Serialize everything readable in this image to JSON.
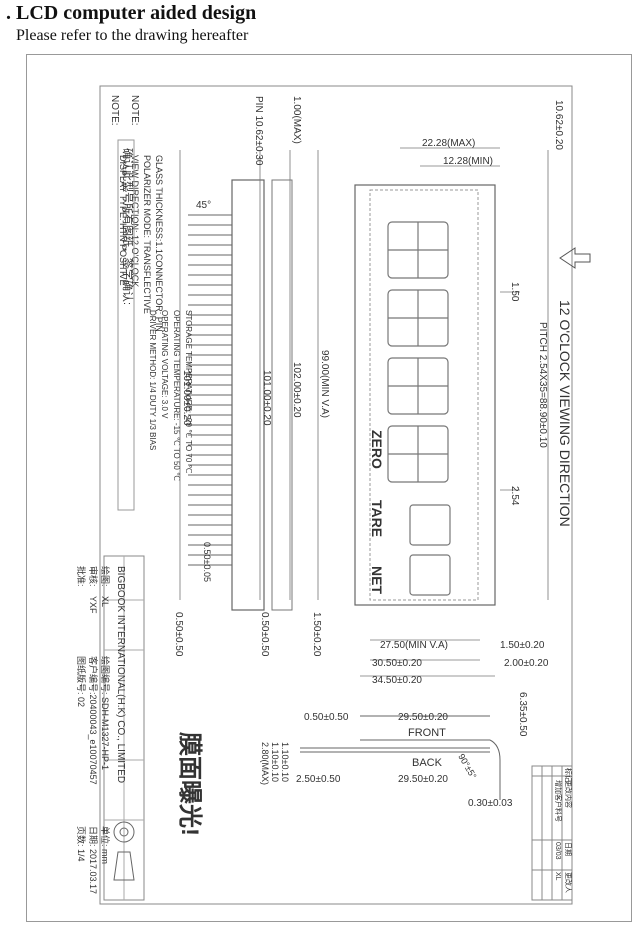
{
  "header": {
    "title": ".  LCD computer aided design",
    "subtitle": "Please refer to the drawing hereafter"
  },
  "notes": {
    "heading": "NOTE:",
    "lines": [
      "DISPLAY TYPE:  HTN   POSITIVE",
      "VIEW DIRECTION:  12  O'CLOCK",
      "POLARIZER MODE:  TRANSFLECTIVE",
      "GLASS THICKNESS:1.1CONNECTOR:  PIN"
    ],
    "confirm": "确认此型号所有图纸，签字确认:",
    "specs": [
      "DRIVER METHOD:      1/4  DUTY   1/3 BIAS",
      "OPERATING VOLTAGE:          3.0  V",
      "OPERATING TEMPERATURE:    -15 ℃ TO 50 ℃",
      "STORAGE TEMPERATURE:      -20 ℃ TO 70 ℃"
    ]
  },
  "title_block": {
    "company": "BIGBOOK INTERNATIONAL(H.K) CO., LIMITED",
    "draw_label": "绘图:",
    "draw_value": "XL",
    "drawing_no": "绘图编号: SDH-M1327-HP-1",
    "check_label": "审核:",
    "check_value": "YXF",
    "customer_no": "客户编号:20400043_e10070457",
    "unit": "单位:   mm",
    "date": "日期:  2017.03.17",
    "approve_label": "批准:",
    "version": "图纸版号:  02",
    "page": "页数:   1/4"
  },
  "revision": {
    "h1": "标记",
    "h2": "更改内容",
    "h3": "日期",
    "h4": "更改人",
    "row1": "增加客户料号",
    "row1_date": "03/03",
    "row1_by": "XL"
  },
  "dims": {
    "d1": "22.28(MAX)",
    "d2": "12.28(MIN)",
    "d3": "10.62±0.20",
    "d4": "1.00(MAX)",
    "d5": "PIN 10.62±0.30",
    "d6": "1.50",
    "d7": "PITCH 2.54X35=88.90±0.10",
    "d8": "2.54",
    "d9": "99.00(MIN V.A)",
    "d10": "102.00±0.20",
    "d11": "101.00±0.20",
    "d12": "101.00±0.20",
    "d13": "0.50±0.05",
    "d14": "45°",
    "d15": "27.50(MIN V.A)",
    "d16": "1.50±0.20",
    "d17": "30.50±0.20",
    "d18": "2.00±0.20",
    "d19": "34.50±0.20",
    "d20": "0.50±0.50",
    "d21": "0.50±0.50",
    "d22": "1.50±0.20",
    "d23": "6.35±0.50",
    "d24": "0.50±0.50",
    "d25": "29.50±0.20",
    "d26": "FRONT",
    "d27": "BACK",
    "d28": "2.50±0.50",
    "d29": "29.50±0.20",
    "d30": "0.30±0.03",
    "d31": "1.10±0.10",
    "d32": "1.10±0.10",
    "d33": "2.80(MAX)",
    "d34": "90°±5°"
  },
  "direction": "12 O'CLOCK VIEWING DIRECTION",
  "lcd_words": {
    "zero": "ZERO",
    "tare": "TARE",
    "net": "NET"
  },
  "warning": "膜面曝光!"
}
